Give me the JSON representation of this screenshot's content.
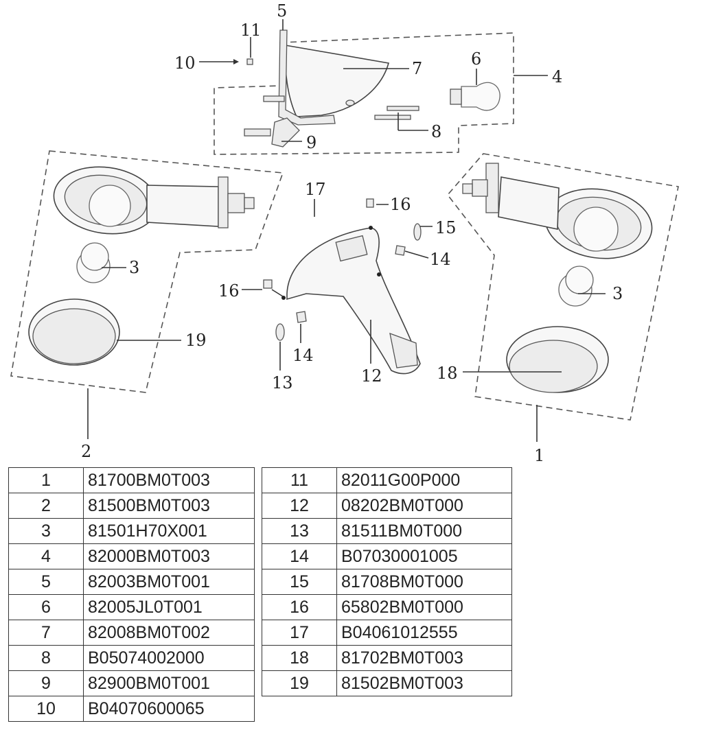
{
  "callouts": {
    "c1": "1",
    "c2": "2",
    "c3a": "3",
    "c3b": "3",
    "c4": "4",
    "c5": "5",
    "c6": "6",
    "c7": "7",
    "c8": "8",
    "c9": "9",
    "c10": "10",
    "c11": "11",
    "c12": "12",
    "c13": "13",
    "c14a": "14",
    "c14b": "14",
    "c15": "15",
    "c16a": "16",
    "c16b": "16",
    "c17": "17",
    "c18": "18",
    "c19": "19"
  },
  "parts_table_left": [
    {
      "num": "1",
      "part": "81700BM0T003"
    },
    {
      "num": "2",
      "part": "81500BM0T003"
    },
    {
      "num": "3",
      "part": "81501H70X001"
    },
    {
      "num": "4",
      "part": "82000BM0T003"
    },
    {
      "num": "5",
      "part": "82003BM0T001"
    },
    {
      "num": "6",
      "part": "82005JL0T001"
    },
    {
      "num": "7",
      "part": "82008BM0T002"
    },
    {
      "num": "8",
      "part": "B05074002000"
    },
    {
      "num": "9",
      "part": "82900BM0T001"
    },
    {
      "num": "10",
      "part": "B04070600065"
    }
  ],
  "parts_table_right": [
    {
      "num": "11",
      "part": "82011G00P000"
    },
    {
      "num": "12",
      "part": "08202BM0T000"
    },
    {
      "num": "13",
      "part": "81511BM0T000"
    },
    {
      "num": "14",
      "part": "B07030001005"
    },
    {
      "num": "15",
      "part": "81708BM0T000"
    },
    {
      "num": "16",
      "part": "65802BM0T000"
    },
    {
      "num": "17",
      "part": "B04061012555"
    },
    {
      "num": "18",
      "part": "81702BM0T003"
    },
    {
      "num": "19",
      "part": "81502BM0T003"
    }
  ]
}
